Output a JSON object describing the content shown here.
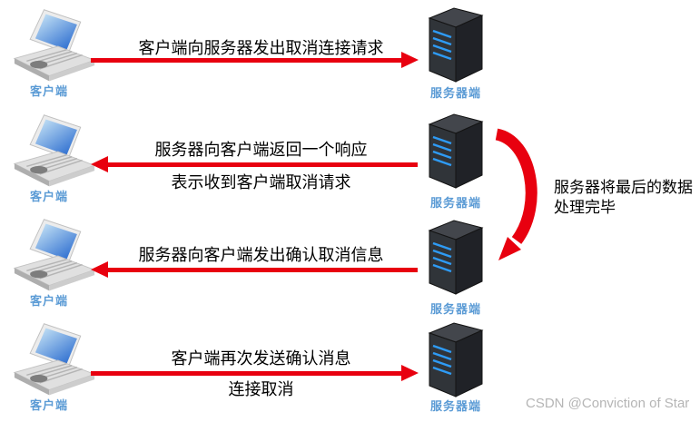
{
  "colors": {
    "arrow_red": "#e8000f",
    "node_label_blue": "#5b9bd5",
    "message_black": "#000000",
    "watermark_gray": "#b5b5b5"
  },
  "nodes": {
    "client_label": "客户端",
    "server_label": "服务器端"
  },
  "rows": [
    {
      "direction": "right",
      "line1": "客户端向服务器发出取消连接请求"
    },
    {
      "direction": "left",
      "line1": "服务器向客户端返回一个响应",
      "line2": "表示收到客户端取消请求"
    },
    {
      "direction": "left",
      "line1": "服务器向客户端发出确认取消信息"
    },
    {
      "direction": "right",
      "line1": "客户端再次发送确认消息",
      "line2": "连接取消"
    }
  ],
  "side_annotation": {
    "line1": "服务器将最后的数据",
    "line2": "处理完毕"
  },
  "watermark": "CSDN @Conviction of Star"
}
